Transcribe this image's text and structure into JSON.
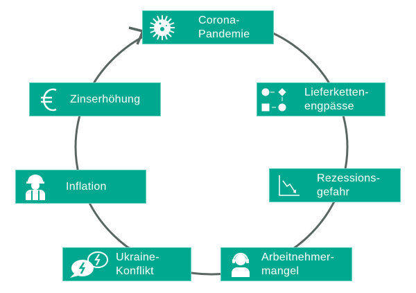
{
  "title": "Kreislauf der Krisen",
  "colors": {
    "box": "#00a88f",
    "ring": "#5a6661",
    "text": "#ffffff"
  },
  "nodes": [
    {
      "id": "corona",
      "icon": "virus-icon",
      "lines": [
        "Corona-",
        "Pandemie"
      ]
    },
    {
      "id": "lieferketten",
      "icon": "supply-chain-icon",
      "lines": [
        "Lieferketten-",
        "engpässe"
      ]
    },
    {
      "id": "rezession",
      "icon": "falling-chart-icon",
      "lines": [
        "Rezessions-",
        "gefahr"
      ]
    },
    {
      "id": "arbeitnehmer",
      "icon": "worker-headset-icon",
      "lines": [
        "Arbeitnehmer-",
        "mangel"
      ]
    },
    {
      "id": "ukraine",
      "icon": "conflict-speech-icon",
      "lines": [
        "Ukraine-",
        "Konflikt"
      ]
    },
    {
      "id": "inflation",
      "icon": "construction-worker-icon",
      "lines": [
        "Inflation"
      ]
    },
    {
      "id": "zins",
      "icon": "euro-icon",
      "lines": [
        "Zinserhöhung"
      ]
    }
  ]
}
